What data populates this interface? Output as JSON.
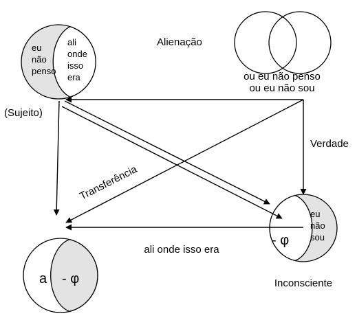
{
  "colors": {
    "line": "#000000",
    "shade": "#e3e3e3",
    "background": "#ffffff"
  },
  "labels": {
    "alienacao": "Alienação",
    "ou_line1": "ou eu não penso",
    "ou_line2": "ou eu não sou",
    "sujeito": "(Sujeito)",
    "verdade": "Verdade",
    "transferencia": "Transferência",
    "ali_onde": "ali onde isso era",
    "inconsciente": "Inconsciente"
  },
  "circle_top_left": {
    "shaded_text": [
      "eu",
      "não",
      "penso"
    ],
    "white_text": [
      "ali",
      "onde",
      "isso",
      "era"
    ]
  },
  "circle_bottom_right": {
    "white_text": "- φ",
    "shaded_text": [
      "eu",
      "não",
      "sou"
    ]
  },
  "circle_bottom_left": {
    "white_text": "a",
    "shaded_text": "- φ"
  }
}
